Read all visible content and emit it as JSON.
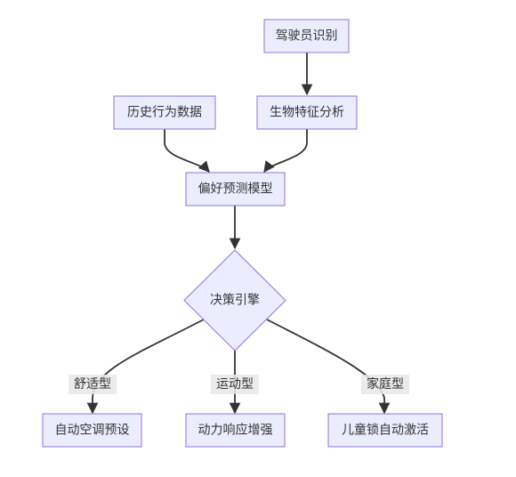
{
  "nodes": {
    "driver_id": "驾驶员识别",
    "history": "历史行为数据",
    "biometric": "生物特征分析",
    "model": "偏好预测模型",
    "engine": "决策引擎",
    "climate": "自动空调预设",
    "power": "动力响应增强",
    "childlock": "儿童锁自动激活"
  },
  "edges": {
    "comfort": "舒适型",
    "sport": "运动型",
    "family": "家庭型"
  },
  "colors": {
    "node_fill": "#ececff",
    "node_stroke": "#9370db",
    "edge": "#333333",
    "text": "#333333"
  }
}
